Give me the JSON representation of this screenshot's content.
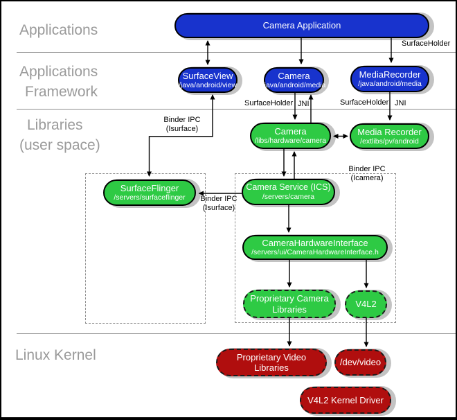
{
  "layer_labels": {
    "applications": "Applications",
    "framework_line1": "Applications",
    "framework_line2": "Framework",
    "libraries_line1": "Libraries",
    "libraries_line2": "(user space)",
    "kernel": "Linux Kernel"
  },
  "nodes": {
    "camera_application": {
      "title": "Camera Application"
    },
    "surface_view": {
      "title": "SurfaceView",
      "subtitle": "/java/android/view"
    },
    "camera_framework": {
      "title": "Camera",
      "subtitle": "/java/android/media"
    },
    "media_recorder_framework": {
      "title": "MediaRecorder",
      "subtitle": "/java/android/media"
    },
    "camera_lib": {
      "title": "Camera",
      "subtitle": "/libs/hardware/camera"
    },
    "media_recorder_lib": {
      "title": "Media Recorder",
      "subtitle": "/extlibs/pv/android"
    },
    "surface_flinger": {
      "title": "SurfaceFlinger",
      "subtitle": "/servers/surfaceflinger"
    },
    "camera_service": {
      "title": "Camera Service (ICS)",
      "subtitle": "/servers/camera"
    },
    "camera_hardware_interface": {
      "title": "CameraHardwareInterface",
      "subtitle": "/servers/ui/CameraHardwareInterface.h"
    },
    "proprietary_camera_libraries": {
      "title": "Proprietary Camera Libraries"
    },
    "v4l2": {
      "title": "V4L2"
    },
    "proprietary_video_libraries": {
      "title": "Proprietary Video Libraries"
    },
    "dev_video": {
      "title": "/dev/video"
    },
    "v4l2_kernel_driver": {
      "title": "V4L2 Kernel Driver"
    }
  },
  "edge_labels": {
    "surfaceholder_top": "SurfaceHolder",
    "surfaceholder_camera": "SurfaceHolder",
    "jni_camera": "JNI",
    "surfaceholder_mediarecorder": "SurfaceHolder",
    "jni_mediarecorder": "JNI",
    "binder_ipc_surfaceview_line1": "Binder IPC",
    "binder_ipc_surfaceview_line2": "(Isurface)",
    "binder_ipc_surfaceflinger_line1": "Binder IPC",
    "binder_ipc_surfaceflinger_line2": "(Isurface)",
    "binder_ipc_icamera_line1": "Binder IPC",
    "binder_ipc_icamera_line2": "(Icamera)"
  },
  "colors": {
    "framework_blue": "#1833cd",
    "library_green": "#2eca44",
    "kernel_red": "#b00e0e",
    "layer_label_gray": "#9a9a9a"
  }
}
